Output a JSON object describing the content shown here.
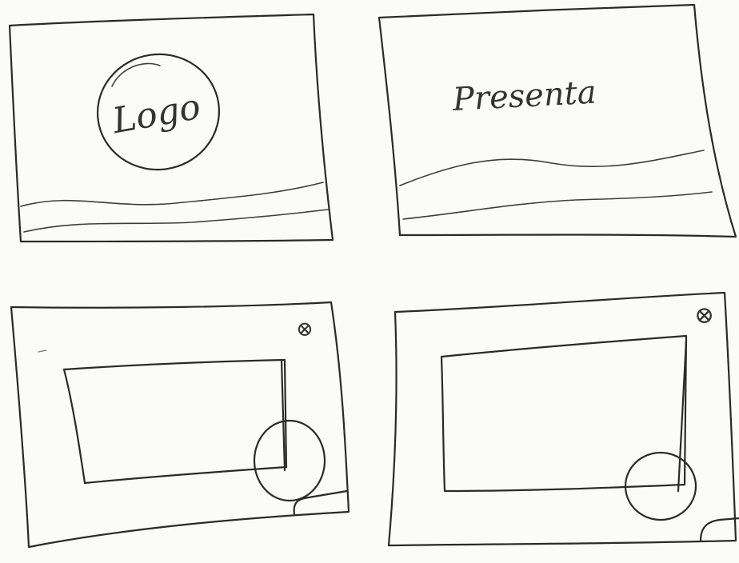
{
  "panels": [
    {
      "id": "panel-1",
      "label": "Logo"
    },
    {
      "id": "panel-2",
      "label": "Presenta"
    },
    {
      "id": "panel-3",
      "close_glyph": "⊗"
    },
    {
      "id": "panel-4",
      "close_glyph": "⊗"
    }
  ],
  "colors": {
    "paper": "#fbfbf9",
    "pencil": "#2a2a2a"
  }
}
